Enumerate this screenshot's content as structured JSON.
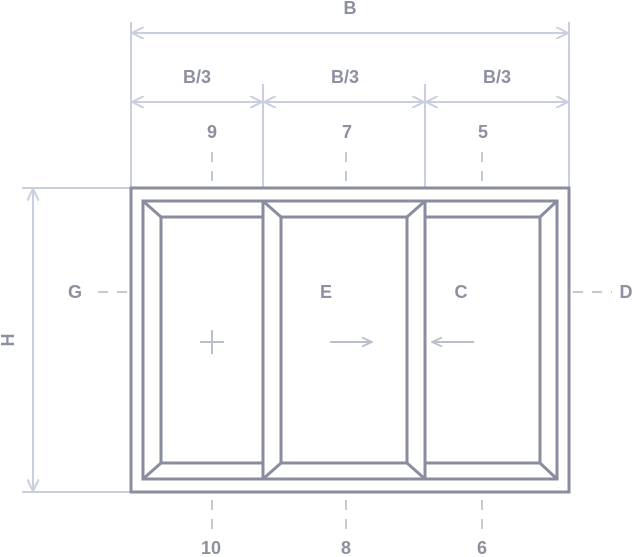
{
  "dimensions": {
    "overall_width": "B",
    "third_width": "B/3",
    "height": "H"
  },
  "top_numbers": [
    "9",
    "7",
    "5"
  ],
  "bottom_numbers": [
    "10",
    "8",
    "6"
  ],
  "row_letters": [
    "G",
    "E",
    "C",
    "D"
  ],
  "panel_symbols": [
    "fixed-plus-icon",
    "arrow-right-icon",
    "arrow-left-icon"
  ],
  "colors": {
    "frame": "#8a8d9f",
    "dimension_lines": "#c9cfde",
    "labels": "#8c90a0",
    "axis_lines": "#c5c9d2"
  }
}
